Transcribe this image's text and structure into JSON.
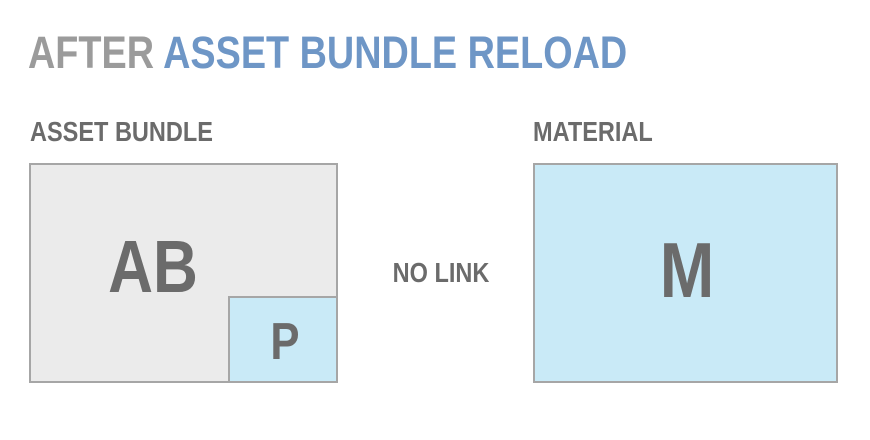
{
  "title": {
    "prefix": "AFTER ",
    "highlight": "ASSET BUNDLE RELOAD"
  },
  "left_panel": {
    "label": "ASSET BUNDLE",
    "box_letter": "AB",
    "sub_box_letter": "P"
  },
  "right_panel": {
    "label": "MATERIAL",
    "box_letter": "M"
  },
  "relation": {
    "label": "NO LINK"
  },
  "colors": {
    "title_prefix": "#9b9b9b",
    "title_highlight": "#6e96c6",
    "text_dark": "#6b6b6b",
    "bundle_fill": "#ebebeb",
    "blue_fill": "#c9eaf7",
    "box_border": "#a6a6a6"
  }
}
